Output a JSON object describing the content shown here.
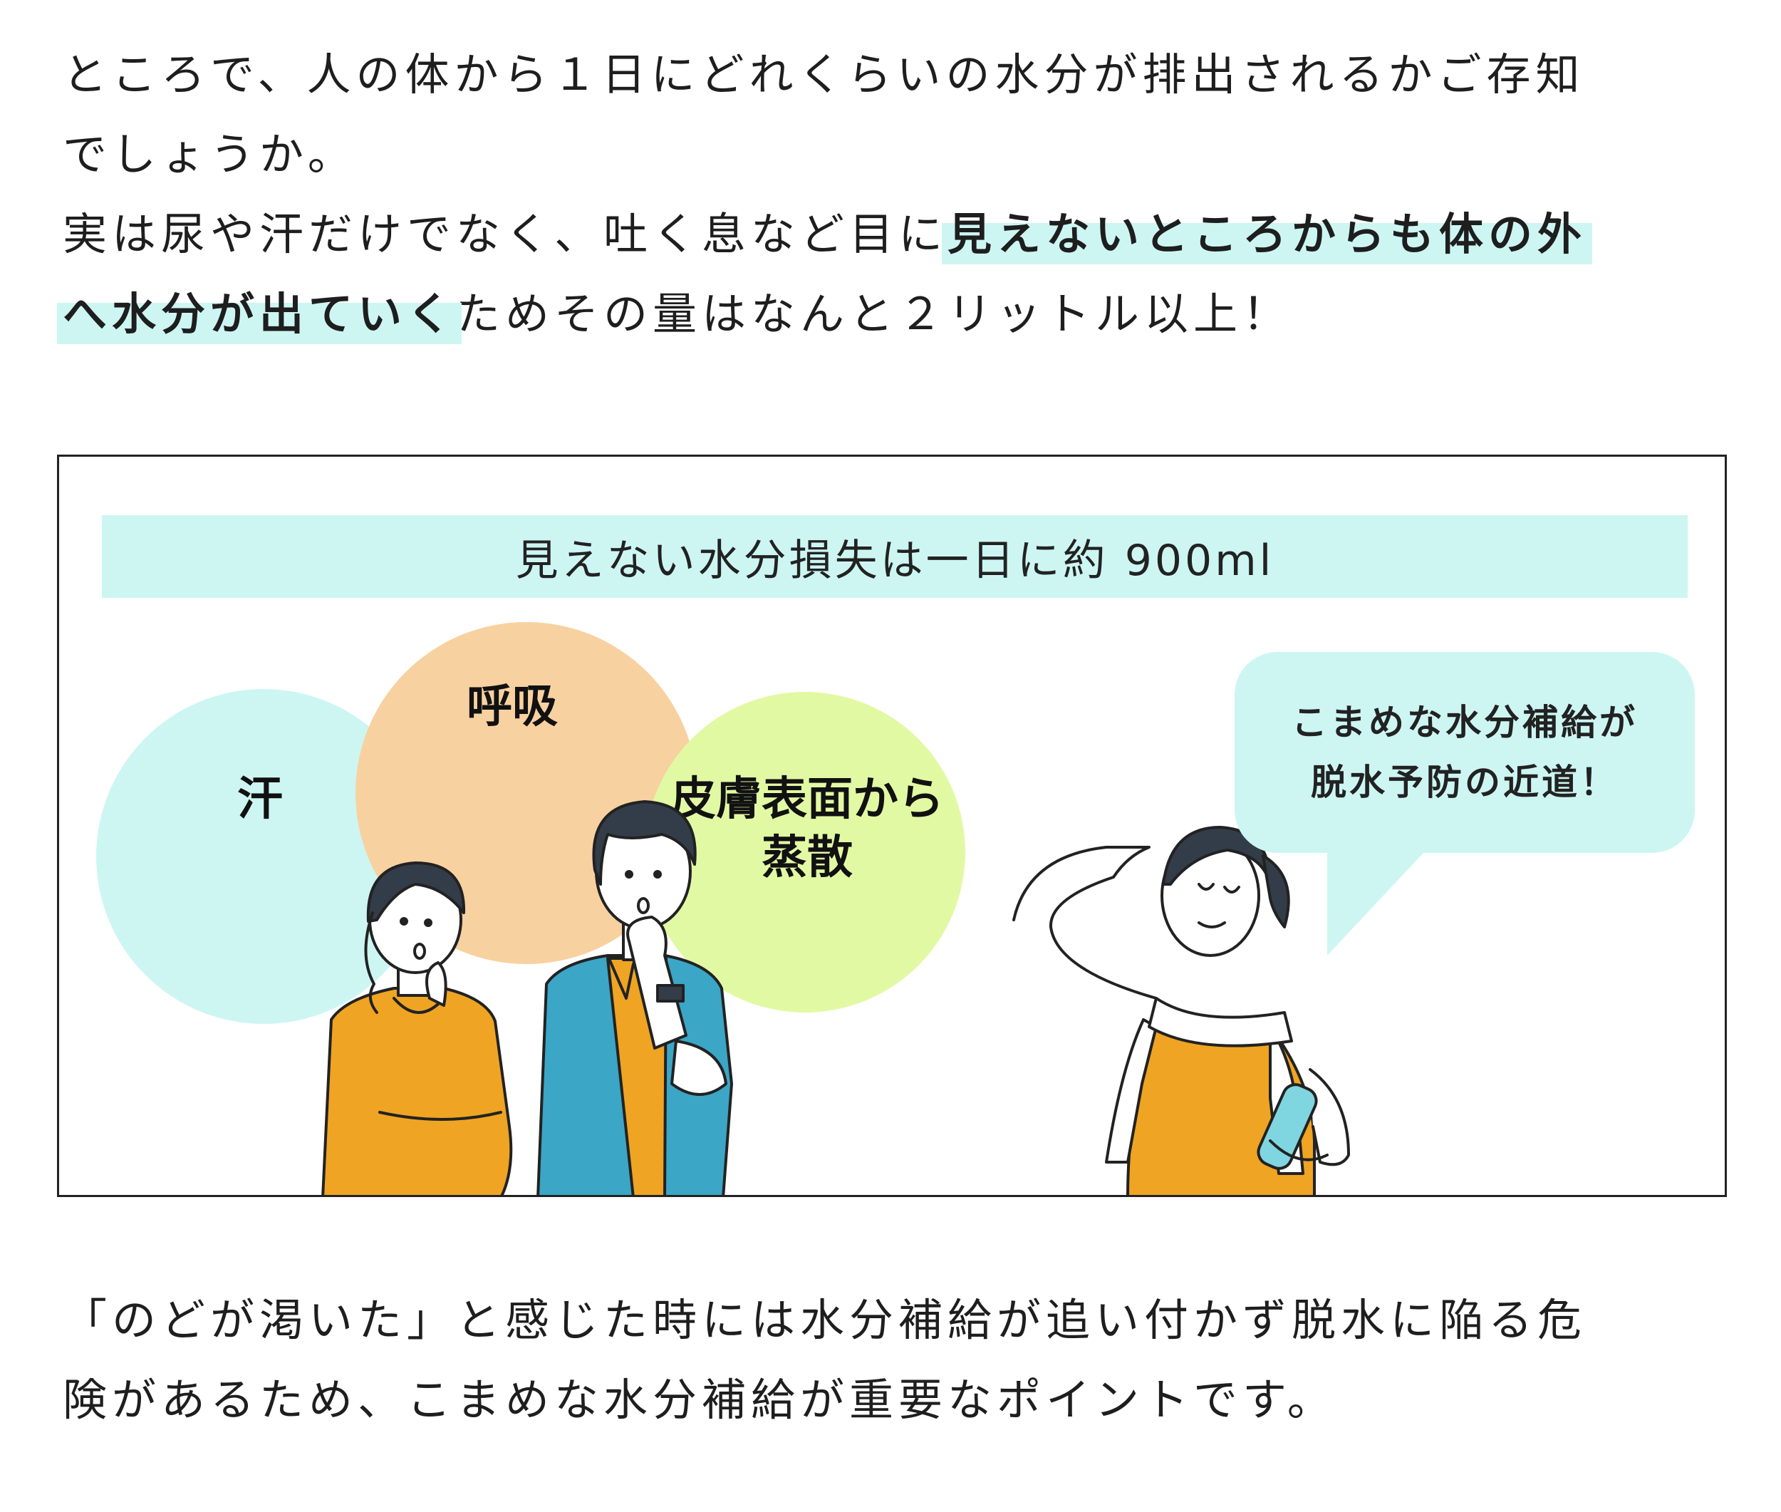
{
  "intro": {
    "line1": "ところで、人の体から１日にどれくらいの水分が排出されるかご存知",
    "line2": "でしょうか。",
    "line3_plain": "実は尿や汗だけでなく、吐く息など目に",
    "line3_highlight": "見えないところからも体の外",
    "line4_highlight": "へ水分が出ていく",
    "line4_plain": "ためその量はなんと２リットル以上！"
  },
  "figure": {
    "banner": "見えない水分損失は一日に約 900ml",
    "circles": [
      {
        "label": "汗",
        "color": "#cdf6f3"
      },
      {
        "label": "呼吸",
        "color": "#f8d1a0"
      },
      {
        "label_line1": "皮膚表面から",
        "label_line2": "蒸散",
        "color": "#e2f9a4"
      }
    ],
    "speech_bubble": {
      "line1": "こまめな水分補給が",
      "line2": "脱水予防の近道！"
    }
  },
  "outro": {
    "line1": "「のどが渇いた」と感じた時には水分補給が追い付かず脱水に陥る危",
    "line2": "険があるため、こまめな水分補給が重要なポイントです。"
  },
  "colors": {
    "highlight": "#cdf6f3",
    "shirt_orange": "#efa423",
    "shirt_blue": "#3ba6c6",
    "hair": "#333d49",
    "bottle": "#7fd6e0"
  }
}
